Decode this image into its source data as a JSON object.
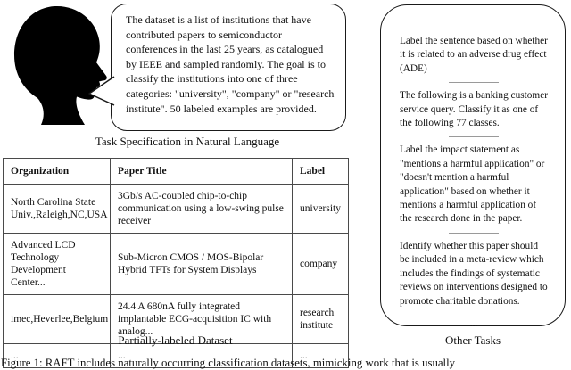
{
  "figure": {
    "speech_bubble_text": "The dataset is a list of institutions that have contributed papers to semiconductor conferences in the last 25 years, as catalogued by IEEE and sampled randomly. The goal is to classify the institutions into one of three categories: \"university\", \"company\" or \"research institute\". 50 labeled examples are provided.",
    "caption_task_spec": "Task Specification in Natural Language",
    "caption_dataset": "Partially-labeled Dataset",
    "caption_other_tasks": "Other Tasks",
    "figure_caption_clipped": "Figure 1: RAFT includes naturally occurring classification datasets, mimicking work that is usually"
  },
  "table": {
    "headers": [
      "Organization",
      "Paper Title",
      "Label"
    ],
    "rows": [
      {
        "organization": "North Carolina State Univ.,Raleigh,NC,USA",
        "paper_title": "3Gb/s AC-coupled chip-to-chip communication using a low-swing pulse receiver",
        "label": "university"
      },
      {
        "organization": "Advanced LCD Technology Development Center...",
        "paper_title": "Sub-Micron CMOS / MOS-Bipolar Hybrid TFTs for System Displays",
        "label": "company"
      },
      {
        "organization": "imec,Heverlee,Belgium",
        "paper_title": "24.4 A 680nA fully integrated implantable ECG-acquisition IC with analog...",
        "label": "research institute"
      },
      {
        "organization": "...",
        "paper_title": "...",
        "label": "..."
      }
    ]
  },
  "other_tasks": {
    "items": [
      "Label the sentence based on whether it is related to an adverse drug effect (ADE)",
      "The following is a banking customer service query. Classify it as one of the following 77 classes.",
      "Label the impact statement as \"mentions a harmful application\" or \"doesn't mention a harmful application\" based on whether it mentions a harmful application of the research done in the paper.",
      "Identify whether this paper should be included in a meta-review which includes the findings of systematic reviews on interventions designed to promote charitable donations."
    ],
    "ellipsis": "..."
  },
  "icons": {
    "head_silhouette": "person-head-profile"
  }
}
